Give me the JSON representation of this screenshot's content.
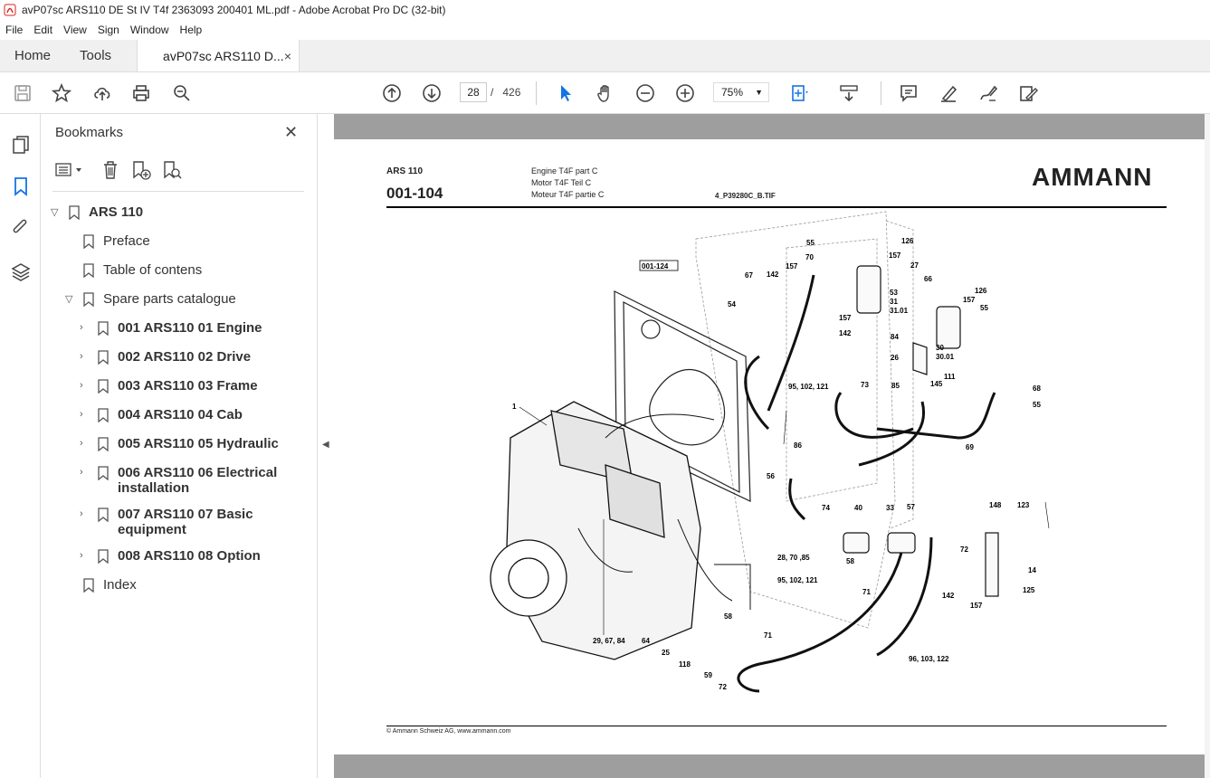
{
  "window": {
    "title": "avP07sc ARS110 DE St IV T4f 2363093 200401 ML.pdf - Adobe Acrobat Pro DC (32-bit)"
  },
  "menu": [
    "File",
    "Edit",
    "View",
    "Sign",
    "Window",
    "Help"
  ],
  "tabs": {
    "home": "Home",
    "tools": "Tools",
    "document": "avP07sc ARS110 D...",
    "close": "×"
  },
  "toolbar": {
    "page_current": "28",
    "page_sep": "/",
    "page_total": "426",
    "zoom": "75%"
  },
  "bookmarks": {
    "title": "Bookmarks",
    "items": [
      {
        "label": "ARS 110",
        "level": 0,
        "chevron": "down"
      },
      {
        "label": "Preface",
        "level": 1
      },
      {
        "label": "Table of contens",
        "level": 1
      },
      {
        "label": "Spare parts catalogue",
        "level": 1,
        "chevron": "down"
      },
      {
        "label": "001 ARS110 01 Engine",
        "level": 2,
        "chevron": "right"
      },
      {
        "label": "002 ARS110 02 Drive",
        "level": 2,
        "chevron": "right"
      },
      {
        "label": "003 ARS110 03 Frame",
        "level": 2,
        "chevron": "right"
      },
      {
        "label": "004 ARS110 04 Cab",
        "level": 2,
        "chevron": "right"
      },
      {
        "label": "005 ARS110 05 Hydraulic",
        "level": 2,
        "chevron": "right"
      },
      {
        "label": "006 ARS110 06 Electrical",
        "label2": "installation",
        "level": 2,
        "chevron": "right"
      },
      {
        "label": "007 ARS110 07 Basic",
        "label2": "equipment",
        "level": 2,
        "chevron": "right"
      },
      {
        "label": "008 ARS110 08 Option",
        "level": 2,
        "chevron": "right"
      },
      {
        "label": "Index",
        "level": 1
      }
    ]
  },
  "doc": {
    "model": "ARS 110",
    "number": "001-104",
    "desc_en": "Engine T4F part C",
    "desc_de": "Motor T4F Teil C",
    "desc_fr": "Moteur T4F partie C",
    "tif": "4_P39280C_B.TIF",
    "brand": "AMMANN",
    "ref_box": "001-124",
    "footer": "© Ammann Schweiz AG, www.ammann.com",
    "callouts": [
      "55",
      "126",
      "157",
      "70",
      "27",
      "157",
      "67",
      "142",
      "53",
      "31",
      "31.01",
      "66",
      "126",
      "157",
      "54",
      "55",
      "157",
      "142",
      "84",
      "30",
      "30.01",
      "26",
      "111",
      "73",
      "85",
      "145",
      "95, 102, 121",
      "68",
      "55",
      "1",
      "86",
      "69",
      "56",
      "74",
      "33",
      "57",
      "40",
      "148",
      "123",
      "58",
      "72",
      "14",
      "28, 70 ,85",
      "95, 102, 121",
      "71",
      "142",
      "157",
      "125",
      "58",
      "29, 67, 84",
      "64",
      "25",
      "118",
      "59",
      "71",
      "72",
      "96, 103, 122"
    ]
  },
  "colors": {
    "accent": "#1473e6",
    "pdf_red": "#d9231c"
  }
}
